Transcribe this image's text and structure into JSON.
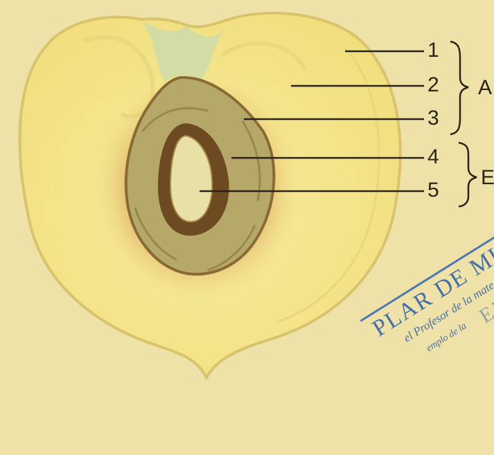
{
  "diagram": {
    "labels": [
      {
        "id": "1",
        "text": "1"
      },
      {
        "id": "2",
        "text": "2"
      },
      {
        "id": "3",
        "text": "3"
      },
      {
        "id": "4",
        "text": "4"
      },
      {
        "id": "5",
        "text": "5"
      }
    ],
    "groups": [
      {
        "id": "A",
        "text": "A",
        "members": [
          "1",
          "2",
          "3"
        ]
      },
      {
        "id": "B",
        "text": "E",
        "members": [
          "4",
          "5"
        ]
      }
    ]
  },
  "stamp": {
    "line1": "PLAR DE MUESTRA",
    "line2": "el Profesor de la mate",
    "line3": "EDUT",
    "line4": "emplo de la"
  },
  "colors": {
    "paper": "#efe2a8",
    "flesh": "#f4e48a",
    "skin_edge": "#d9c36c",
    "pit": "#b5a868",
    "seed": "#e9e0a8",
    "stain": "#b97a3a",
    "ink": "#2a2418",
    "stamp_ink": "#2f5fa8"
  }
}
